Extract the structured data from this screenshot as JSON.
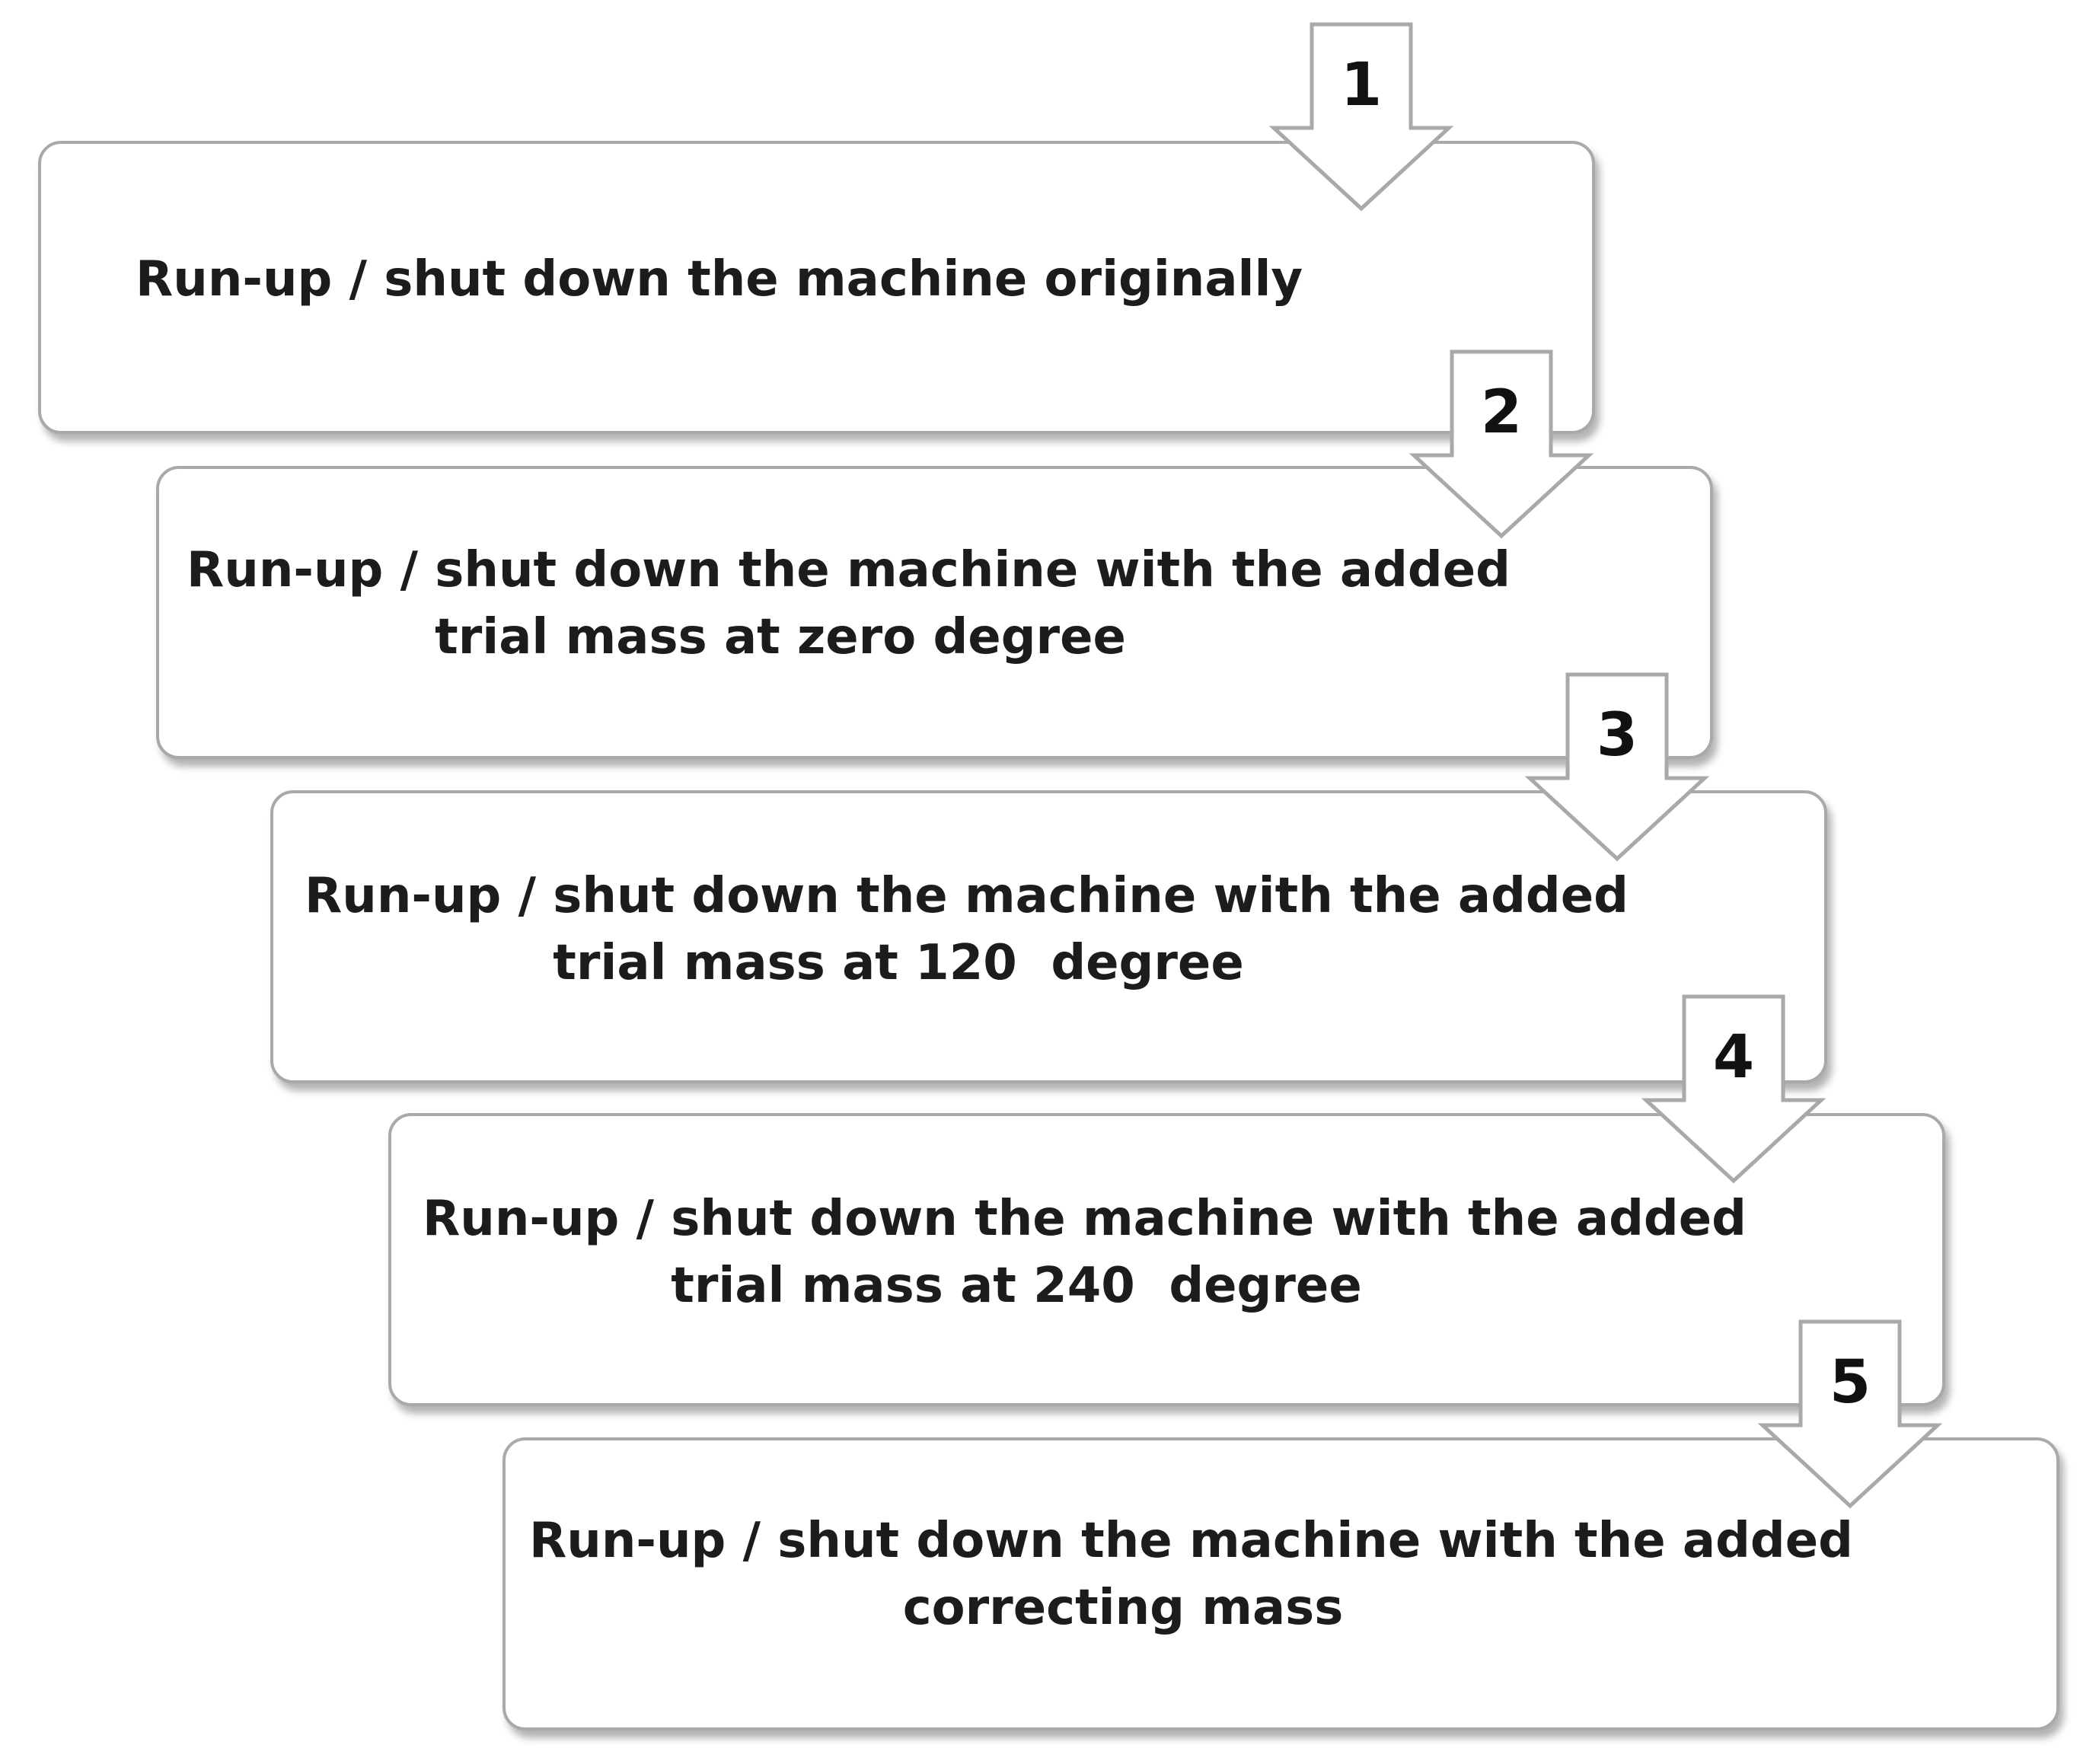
{
  "colors": {
    "box_border": "#a9a9a9",
    "box_fill": "#ffffff",
    "text": "#1c1c1c",
    "arrow_border": "#a9a9a9",
    "arrow_fill": "#ffffff"
  },
  "steps": [
    {
      "number": "1",
      "lines": [
        "Run-up / shut down the machine originally"
      ]
    },
    {
      "number": "2",
      "lines": [
        "Run-up / shut down the machine with the added",
        "trial mass at zero degree"
      ]
    },
    {
      "number": "3",
      "lines": [
        "Run-up / shut down the machine with the added",
        "trial mass at 120  degree"
      ]
    },
    {
      "number": "4",
      "lines": [
        "Run-up / shut down the machine with the added",
        "trial mass at 240  degree"
      ]
    },
    {
      "number": "5",
      "lines": [
        "Run-up / shut down the machine with the added",
        "correcting mass"
      ]
    }
  ]
}
